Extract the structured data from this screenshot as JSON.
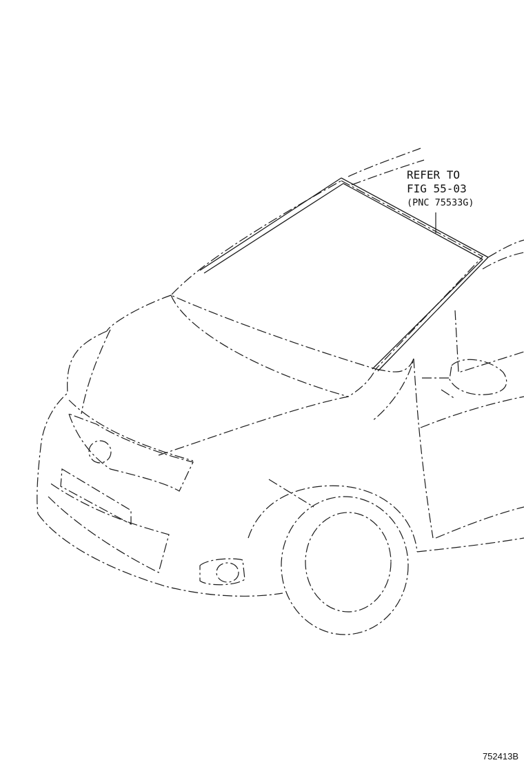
{
  "callout": {
    "line1": "REFER TO",
    "line2": "FIG 55-03",
    "line3": "(PNC 75533G)"
  },
  "figure_code": "752413B",
  "colors": {
    "line": "#1a1a1a",
    "background": "#ffffff"
  }
}
